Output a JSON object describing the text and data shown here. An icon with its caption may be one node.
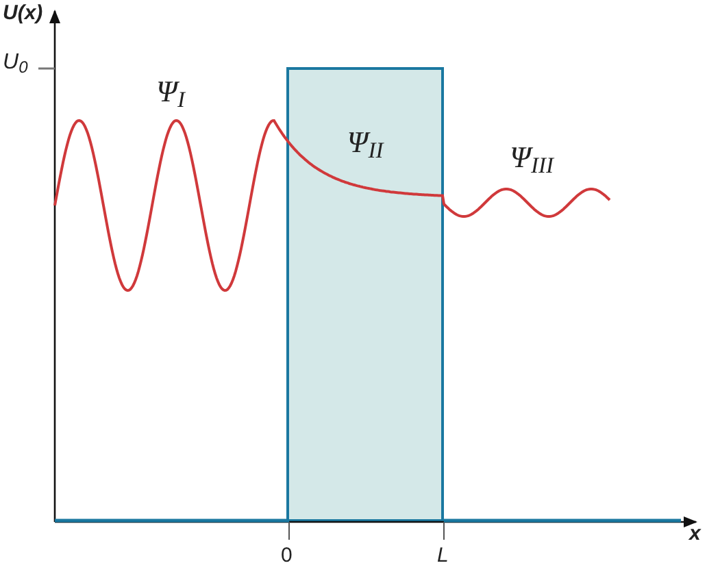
{
  "diagram": {
    "nodes": [
      {
        "text": [
          "Ψ$_{II}$"
        ]
      }
    ],
    "labels": [
      "U(x)",
      "U$_{0}$",
      "Ψ$_{I}$",
      "Ψ$_{III}$",
      "0",
      "L",
      "x"
    ]
  }
}
